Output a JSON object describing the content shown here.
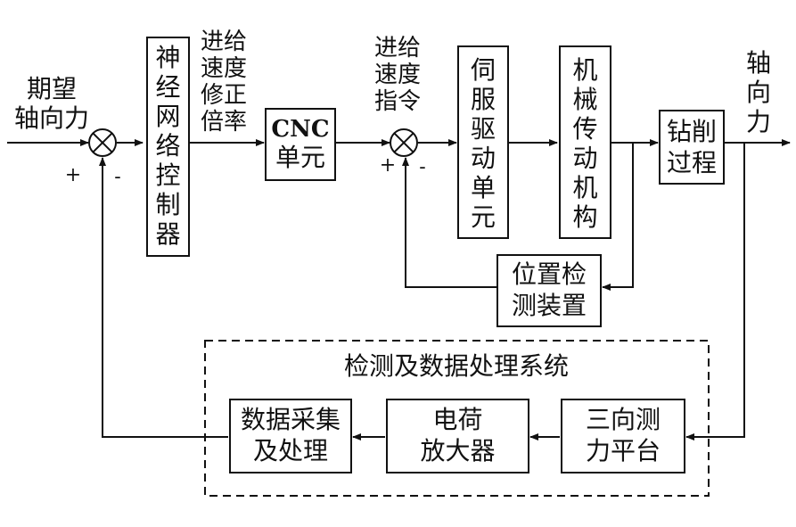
{
  "input_label": [
    "期望",
    "轴向力"
  ],
  "output_label": [
    "轴",
    "向",
    "力"
  ],
  "feed_correction_label": [
    "进给",
    "速度",
    "修正",
    "倍率"
  ],
  "feed_command_label": [
    "进给",
    "速度",
    "指令"
  ],
  "sign_plus": "+",
  "sign_minus": "-",
  "blocks": {
    "nn_controller": [
      "神",
      "经",
      "网",
      "络",
      "控",
      "制",
      "器"
    ],
    "cnc": [
      "CNC",
      "单元"
    ],
    "servo": [
      "伺",
      "服",
      "驱",
      "动",
      "单",
      "元"
    ],
    "mech": [
      "机",
      "械",
      "传",
      "动",
      "机",
      "构"
    ],
    "drilling": [
      "钻削",
      "过程"
    ],
    "position": [
      "位置检",
      "测装置"
    ],
    "dynamometer": [
      "三向测",
      "力平台"
    ],
    "amplifier": [
      "电荷",
      "放大器"
    ],
    "daq": [
      "数据采集",
      "及处理"
    ]
  },
  "subsystem_title": "检测及数据处理系统"
}
